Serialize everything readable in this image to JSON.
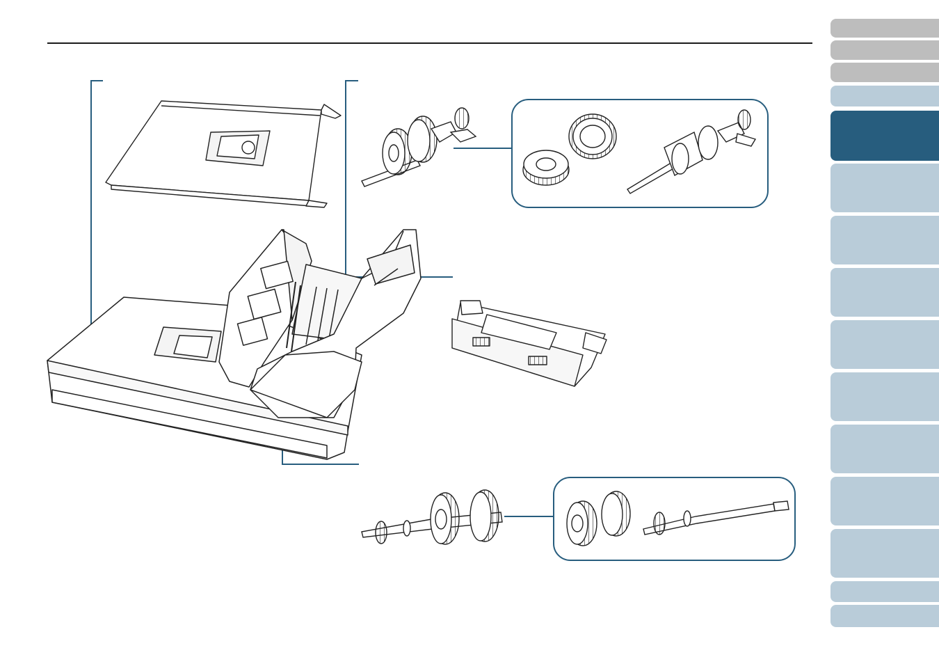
{
  "page": {
    "title": "",
    "colors": {
      "header_rule": "#1b1b1b",
      "callout": "#275d7e",
      "nav_active": "#275d7e",
      "nav_inactive": "#b9ccd9",
      "nav_grey": "#bdbdbd"
    }
  },
  "illustration": {
    "parts": [
      {
        "id": "document-cover",
        "label": ""
      },
      {
        "id": "pick-roller",
        "label": ""
      },
      {
        "id": "paper-chute",
        "label": ""
      },
      {
        "id": "brake-roller",
        "label": ""
      }
    ]
  },
  "nav": {
    "tabs": [
      {
        "label": "",
        "style": "grey"
      },
      {
        "label": "",
        "style": "grey"
      },
      {
        "label": "",
        "style": "grey"
      },
      {
        "label": "",
        "style": "light"
      },
      {
        "label": "",
        "style": "active"
      },
      {
        "label": "",
        "style": "light"
      },
      {
        "label": "",
        "style": "light"
      },
      {
        "label": "",
        "style": "light"
      },
      {
        "label": "",
        "style": "light"
      },
      {
        "label": "",
        "style": "light"
      },
      {
        "label": "",
        "style": "light"
      },
      {
        "label": "",
        "style": "light"
      },
      {
        "label": "",
        "style": "light"
      },
      {
        "label": "",
        "style": "light"
      },
      {
        "label": "",
        "style": "light"
      }
    ]
  }
}
